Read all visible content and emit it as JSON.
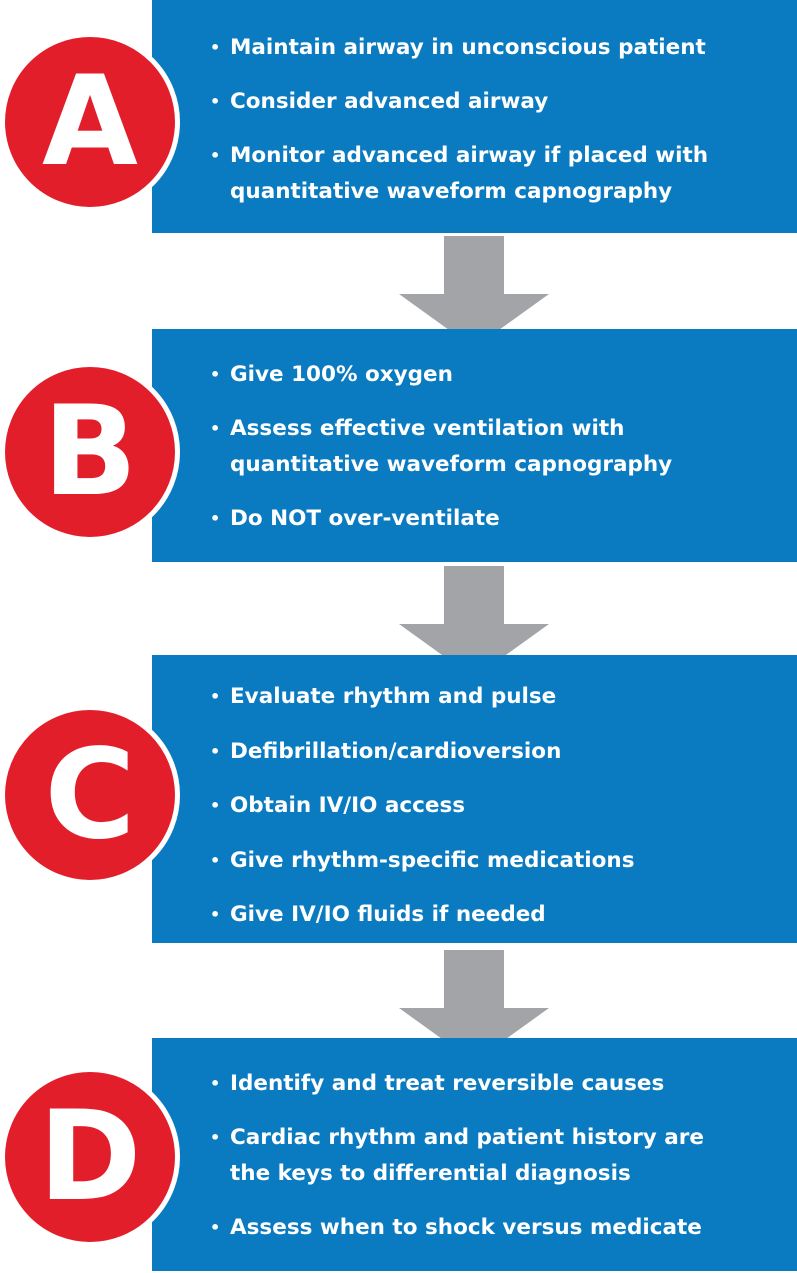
{
  "steps": [
    {
      "letter": "A",
      "items": [
        {
          "lines": [
            "Maintain airway in unconscious patient"
          ]
        },
        {
          "lines": [
            "Consider advanced airway"
          ]
        },
        {
          "lines": [
            "Monitor advanced airway if placed with",
            "quantitative waveform capnography"
          ]
        }
      ]
    },
    {
      "letter": "B",
      "items": [
        {
          "lines": [
            "Give 100% oxygen"
          ]
        },
        {
          "lines": [
            "Assess effective ventilation with",
            "quantitative waveform capnography"
          ]
        },
        {
          "lines": [
            "Do NOT over-ventilate"
          ]
        }
      ]
    },
    {
      "letter": "C",
      "items": [
        {
          "lines": [
            "Evaluate rhythm and pulse"
          ]
        },
        {
          "lines": [
            "Defibrillation/cardioversion"
          ]
        },
        {
          "lines": [
            "Obtain IV/IO access"
          ]
        },
        {
          "lines": [
            "Give rhythm-specific medications"
          ]
        },
        {
          "lines": [
            "Give IV/IO fluids if needed"
          ]
        }
      ]
    },
    {
      "letter": "D",
      "items": [
        {
          "lines": [
            "Identify and treat reversible causes"
          ]
        },
        {
          "lines": [
            "Cardiac rhythm and patient history are",
            "the keys to differential diagnosis"
          ]
        },
        {
          "lines": [
            "Assess when to shock versus medicate"
          ]
        }
      ]
    }
  ],
  "colors": {
    "box_blue": "#0b7bc1",
    "badge_red": "#e31e2b",
    "arrow_gray": "#a2a4a7",
    "text_white": "#ffffff"
  },
  "bullet_glyph": "•"
}
